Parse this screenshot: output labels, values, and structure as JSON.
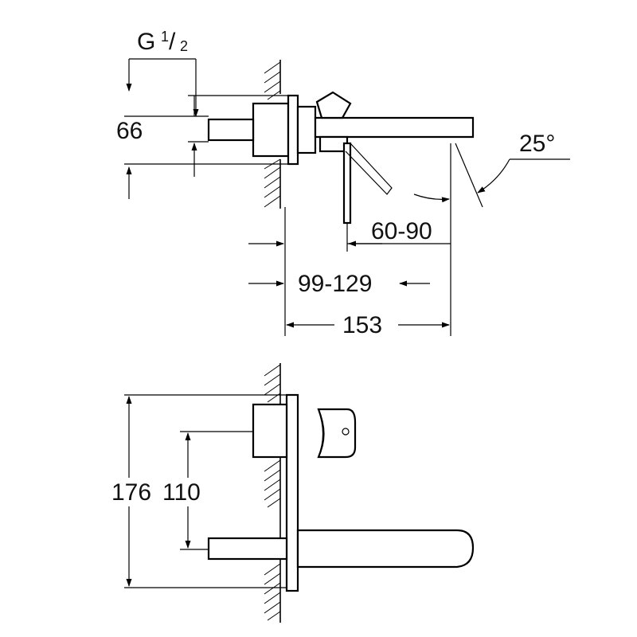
{
  "labels": {
    "thread": "G",
    "thread_num": "1",
    "thread_den": "2",
    "height_66": "66",
    "angle": "25°",
    "range_60_90": "60-90",
    "range_99_129": "99-129",
    "length_153": "153",
    "height_176": "176",
    "height_110": "110"
  }
}
